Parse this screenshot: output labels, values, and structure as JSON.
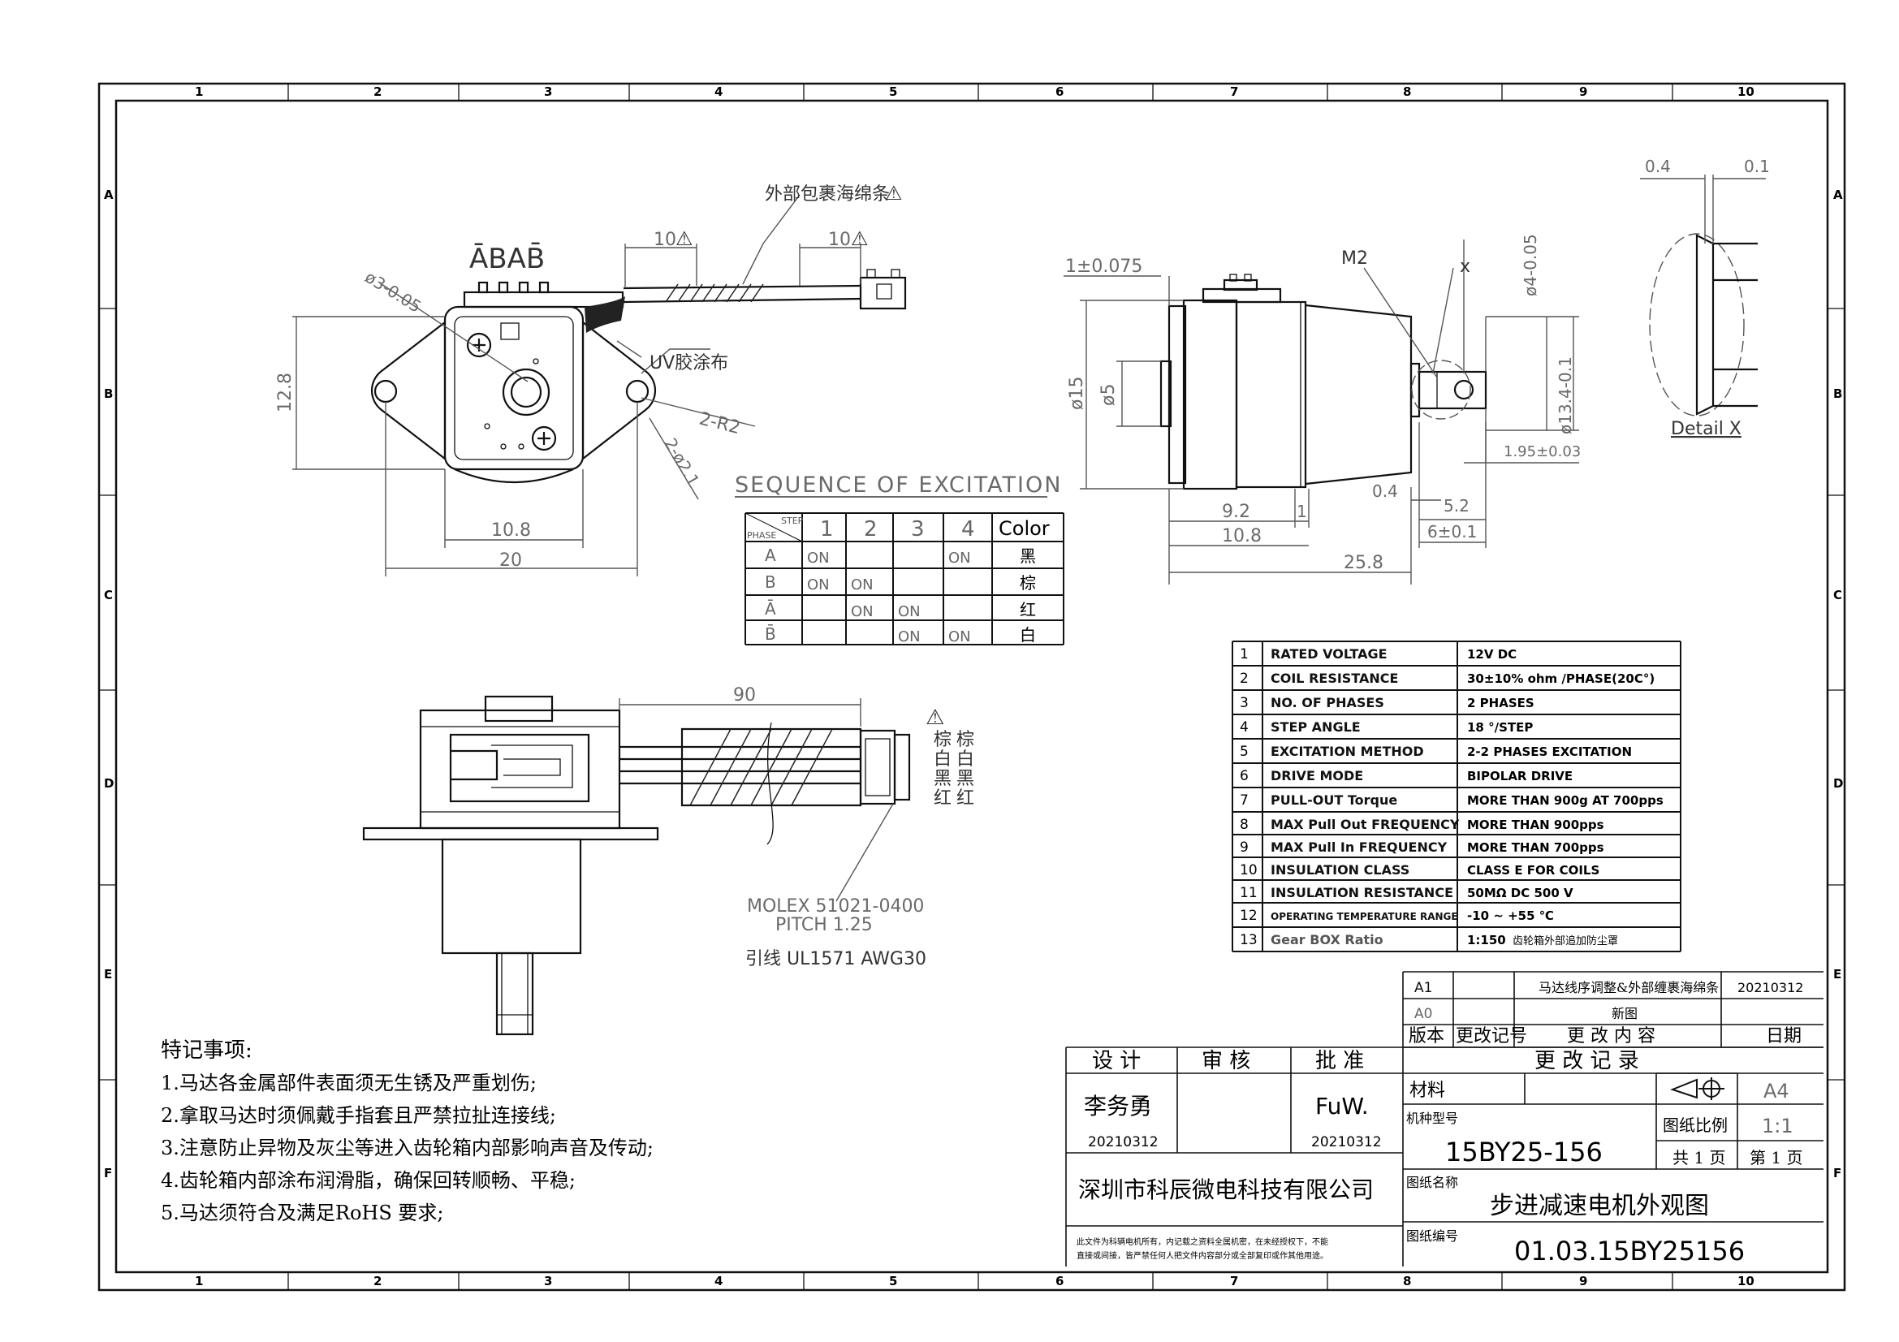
{
  "border": {
    "cols": [
      "1",
      "2",
      "3",
      "4",
      "5",
      "6",
      "7",
      "8",
      "9",
      "10"
    ],
    "rows": [
      "A",
      "B",
      "C",
      "D",
      "E",
      "F"
    ]
  },
  "top_view": {
    "phase_label": "ĀBAB̄",
    "note_sponge": "外部包裹海绵条",
    "dim_10a": "10",
    "dim_10b": "10",
    "dim_shaft_dia": "ø3-0.05",
    "note_uv": "UV胶涂布",
    "dim_r2": "2-R2",
    "dim_holes": "2-ø2.1",
    "dim_12_8": "12.8",
    "dim_10_8": "10.8",
    "dim_20": "20"
  },
  "side_view": {
    "dim_1": "1±0.075",
    "dim_m2": "M2",
    "dim_x": "x",
    "dim_d4": "ø4-0.05",
    "dim_d15": "ø15",
    "dim_d5": "ø5",
    "dim_d13": "ø13.4-0.1",
    "dim_195": "1.95±0.03",
    "dim_04": "0.4",
    "dim_52": "5.2",
    "dim_6": "6±0.1",
    "dim_92": "9.2",
    "dim_1b": "1",
    "dim_108": "10.8",
    "dim_258": "25.8"
  },
  "detail": {
    "d04": "0.4",
    "d01": "0.1",
    "title": "Detail X"
  },
  "sequence": {
    "title": "SEQUENCE OF EXCITATION",
    "step_label": "STEP",
    "phase_label": "PHASE",
    "steps": [
      "1",
      "2",
      "3",
      "4"
    ],
    "color_header": "Color",
    "rows": [
      {
        "phase": "A",
        "cells": [
          "ON",
          "",
          "",
          "ON"
        ],
        "color": "黑"
      },
      {
        "phase": "B",
        "cells": [
          "ON",
          "ON",
          "",
          ""
        ],
        "color": "棕"
      },
      {
        "phase": "Ā",
        "cells": [
          "",
          "ON",
          "ON",
          ""
        ],
        "color": "红"
      },
      {
        "phase": "B̄",
        "cells": [
          "",
          "",
          "ON",
          "ON"
        ],
        "color": "白"
      }
    ]
  },
  "front_view": {
    "dim_90": "90",
    "wires_left": [
      "棕",
      "白",
      "黑",
      "红"
    ],
    "wires_right": [
      "棕",
      "白",
      "黑",
      "红"
    ],
    "connector": "MOLEX 51021-0400",
    "pitch": "PITCH 1.25",
    "wire": "引线 UL1571 AWG30"
  },
  "specs": [
    {
      "no": "1",
      "name": "RATED VOLTAGE",
      "value": "12V DC"
    },
    {
      "no": "2",
      "name": "COIL RESISTANCE",
      "value": "30±10% ohm /PHASE(20C°)"
    },
    {
      "no": "3",
      "name": "NO. OF PHASES",
      "value": "2    PHASES"
    },
    {
      "no": "4",
      "name": "STEP ANGLE",
      "value": "18   °/STEP"
    },
    {
      "no": "5",
      "name": "EXCITATION METHOD",
      "value": "2-2 PHASES EXCITATION"
    },
    {
      "no": "6",
      "name": "DRIVE MODE",
      "value": "BIPOLAR DRIVE"
    },
    {
      "no": "7",
      "name": "PULL-OUT Torque",
      "value": "MORE THAN 900g AT 700pps"
    },
    {
      "no": "8",
      "name": "MAX Pull Out FREQUENCY",
      "value": "MORE THAN 900pps"
    },
    {
      "no": "9",
      "name": "MAX Pull In FREQUENCY",
      "value": "MORE THAN 700pps"
    },
    {
      "no": "10",
      "name": "INSULATION CLASS",
      "value": "CLASS E FOR COILS"
    },
    {
      "no": "11",
      "name": "INSULATION RESISTANCE",
      "value": "50MΩ DC 500 V"
    },
    {
      "no": "12",
      "name": "OPERATING TEMPERATURE RANGE",
      "value": "-10 ~ +55 ℃"
    },
    {
      "no": "13",
      "name": "Gear BOX Ratio",
      "value": "1:150",
      "extra": "齿轮箱外部追加防尘罩"
    }
  ],
  "notes": {
    "title": "特记事项:",
    "items": [
      "1.马达各金属部件表面须无生锈及严重划伤;",
      "2.拿取马达时须佩戴手指套且严禁拉扯连接线;",
      "3.注意防止异物及灰尘等进入齿轮箱内部影响声音及传动;",
      "4.齿轮箱内部涂布润滑脂，确保回转顺畅、平稳;",
      "5.马达须符合及满足RoHS 要求;"
    ]
  },
  "title_block": {
    "rev_rows": [
      {
        "ver": "A1",
        "no": "",
        "content": "马达线序调整&外部缠裹海绵条",
        "date": "20210312"
      },
      {
        "ver": "A0",
        "no": "",
        "content": "新图",
        "date": ""
      }
    ],
    "rev_header": {
      "ver": "版本",
      "no": "更改记号",
      "content": "更 改 内 容",
      "date": "日期"
    },
    "rev_title": "更 改 记 录",
    "design": "设 计",
    "review": "审 核",
    "approve": "批 准",
    "designer": "李务勇",
    "designer_date": "20210312",
    "approver": "FuW.",
    "approver_date": "20210312",
    "company": "深圳市科辰微电科技有限公司",
    "legal": [
      "此文件为科辆电机所有，内记载之资料全属机密，在未经授权下，不能",
      "直接或间接，皆严禁任何人把文件内容部分或全部复印或作其他用途。"
    ],
    "material": "材料",
    "size": "A4",
    "model_label": "机种型号",
    "model": "15BY25-156",
    "scale_label": "图纸比例",
    "scale": "1:1",
    "pages": "共 1 页",
    "page": "第 1 页",
    "name_label": "图纸名称",
    "name": "步进减速电机外观图",
    "number_label": "图纸编号",
    "number": "01.03.15BY25156"
  }
}
